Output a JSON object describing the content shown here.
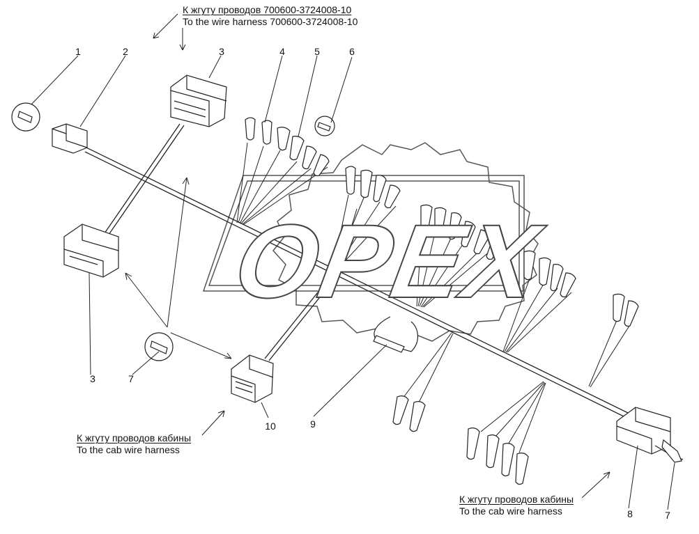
{
  "watermark": {
    "logo_text": "OPEX"
  },
  "captions": {
    "top": {
      "ru": "К жгуту проводов 700600-3724008-10",
      "en": "To the wire harness 700600-3724008-10"
    },
    "cab_left": {
      "ru": "К жгуту проводов кабины",
      "en": "To the cab wire harness"
    },
    "cab_right": {
      "ru": "К жгуту проводов кабины",
      "en": "To the cab wire harness"
    }
  },
  "callouts": {
    "n1": "1",
    "n2": "2",
    "n3_top": "3",
    "n3_bottom": "3",
    "n4": "4",
    "n5": "5",
    "n6": "6",
    "n7_left": "7",
    "n7_right": "7",
    "n8": "8",
    "n9": "9",
    "n10": "10"
  }
}
